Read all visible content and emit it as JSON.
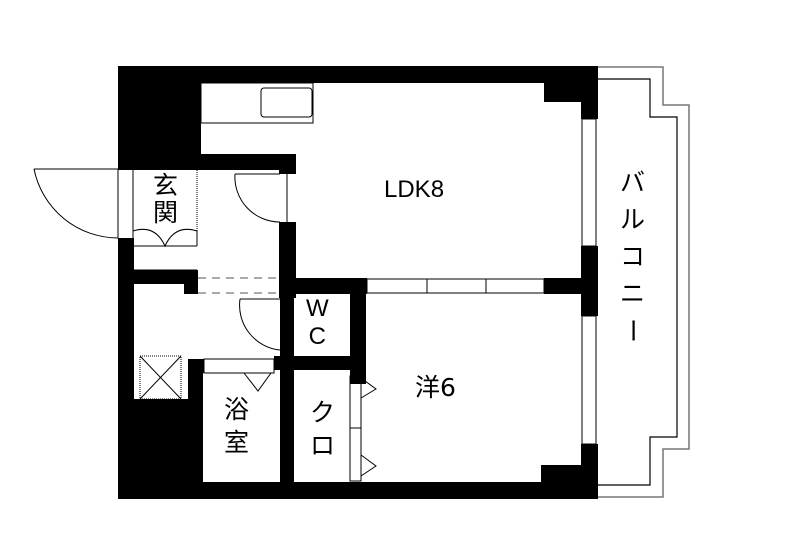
{
  "plan": {
    "colors": {
      "wall": "#000000",
      "line": "#000000",
      "balcony_outline": "#777777",
      "background": "#ffffff"
    },
    "rooms": {
      "ldk": {
        "label": "LDK8"
      },
      "western": {
        "label": "洋6"
      },
      "entrance": {
        "chars": [
          "玄",
          "関"
        ]
      },
      "wc": {
        "chars": [
          "W",
          "C"
        ]
      },
      "bath": {
        "chars": [
          "浴",
          "室"
        ]
      },
      "closet": {
        "chars": [
          "ク",
          "ロ"
        ]
      },
      "balcony": {
        "chars": [
          "バ",
          "ル",
          "コ",
          "ニ",
          "ー"
        ]
      }
    },
    "fixtures": [
      "kitchen-sink",
      "shoe-cabinet",
      "washing-machine-pan",
      "entrance-door",
      "hall-door",
      "wc-door",
      "bath-door",
      "closet-doors",
      "sliding-partition",
      "windows"
    ]
  }
}
